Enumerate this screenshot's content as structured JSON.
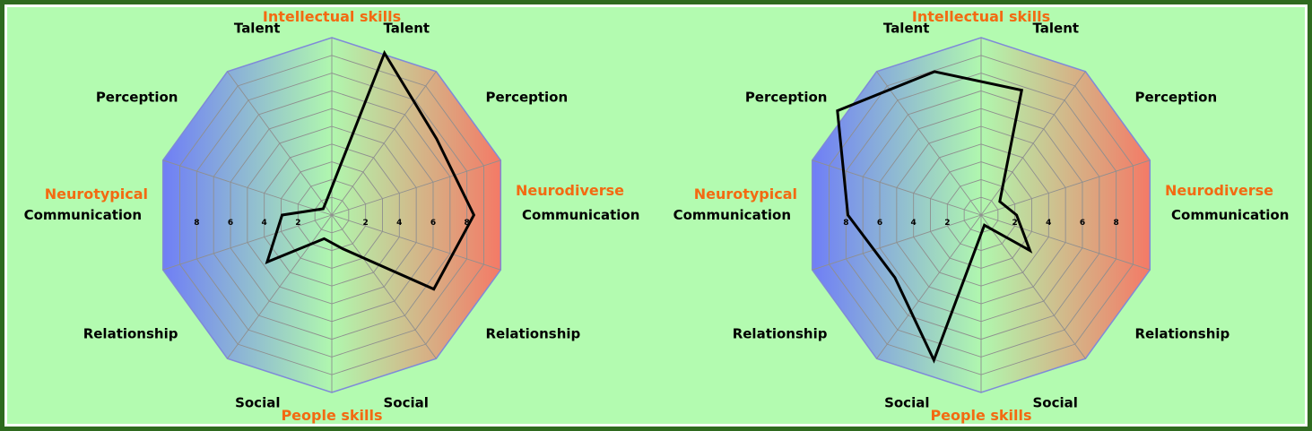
{
  "colors": {
    "frame": "#2f6a1f",
    "background": "#b3fbb0",
    "left_gradient": "#6f7ef6",
    "right_gradient": "#f47a66",
    "center_gradient": "#b0f7ae",
    "grid": "#8f8f8f",
    "outline": "#7f8ad8",
    "series_line": "#000000",
    "group_label": "#f36a12"
  },
  "chart_data": [
    {
      "type": "radar",
      "axes": [
        "Talent",
        "Perception",
        "Communication",
        "Relationship",
        "Social",
        "Social",
        "Relationship",
        "Communication",
        "Perception",
        "Talent"
      ],
      "group_labels": {
        "top": "Intellectual skills",
        "bottom": "People skills",
        "right": "Neurodiverse",
        "left": "Neurotypical"
      },
      "tick_labels": [
        "2",
        "4",
        "6",
        "8"
      ],
      "rlim": [
        0,
        10
      ],
      "grid": true,
      "series": [
        {
          "values": [
            9.6,
            7.3,
            8.0,
            7.1,
            2.0,
            1.4,
            4.5,
            2.8,
            0.6,
            0.9
          ]
        }
      ]
    },
    {
      "type": "radar",
      "axes": [
        "Talent",
        "Perception",
        "Communication",
        "Relationship",
        "Social",
        "Social",
        "Relationship",
        "Communication",
        "Perception",
        "Talent"
      ],
      "group_labels": {
        "top": "Intellectual skills",
        "bottom": "People skills",
        "right": "Neurodiverse",
        "left": "Neurotypical"
      },
      "tick_labels": [
        "2",
        "4",
        "6",
        "8"
      ],
      "rlim": [
        0,
        10
      ],
      "grid": true,
      "series": [
        {
          "values": [
            7.4,
            1.3,
            2.0,
            3.4,
            0.6,
            8.6,
            6.0,
            7.5,
            10.0,
            8.5
          ]
        }
      ]
    }
  ]
}
